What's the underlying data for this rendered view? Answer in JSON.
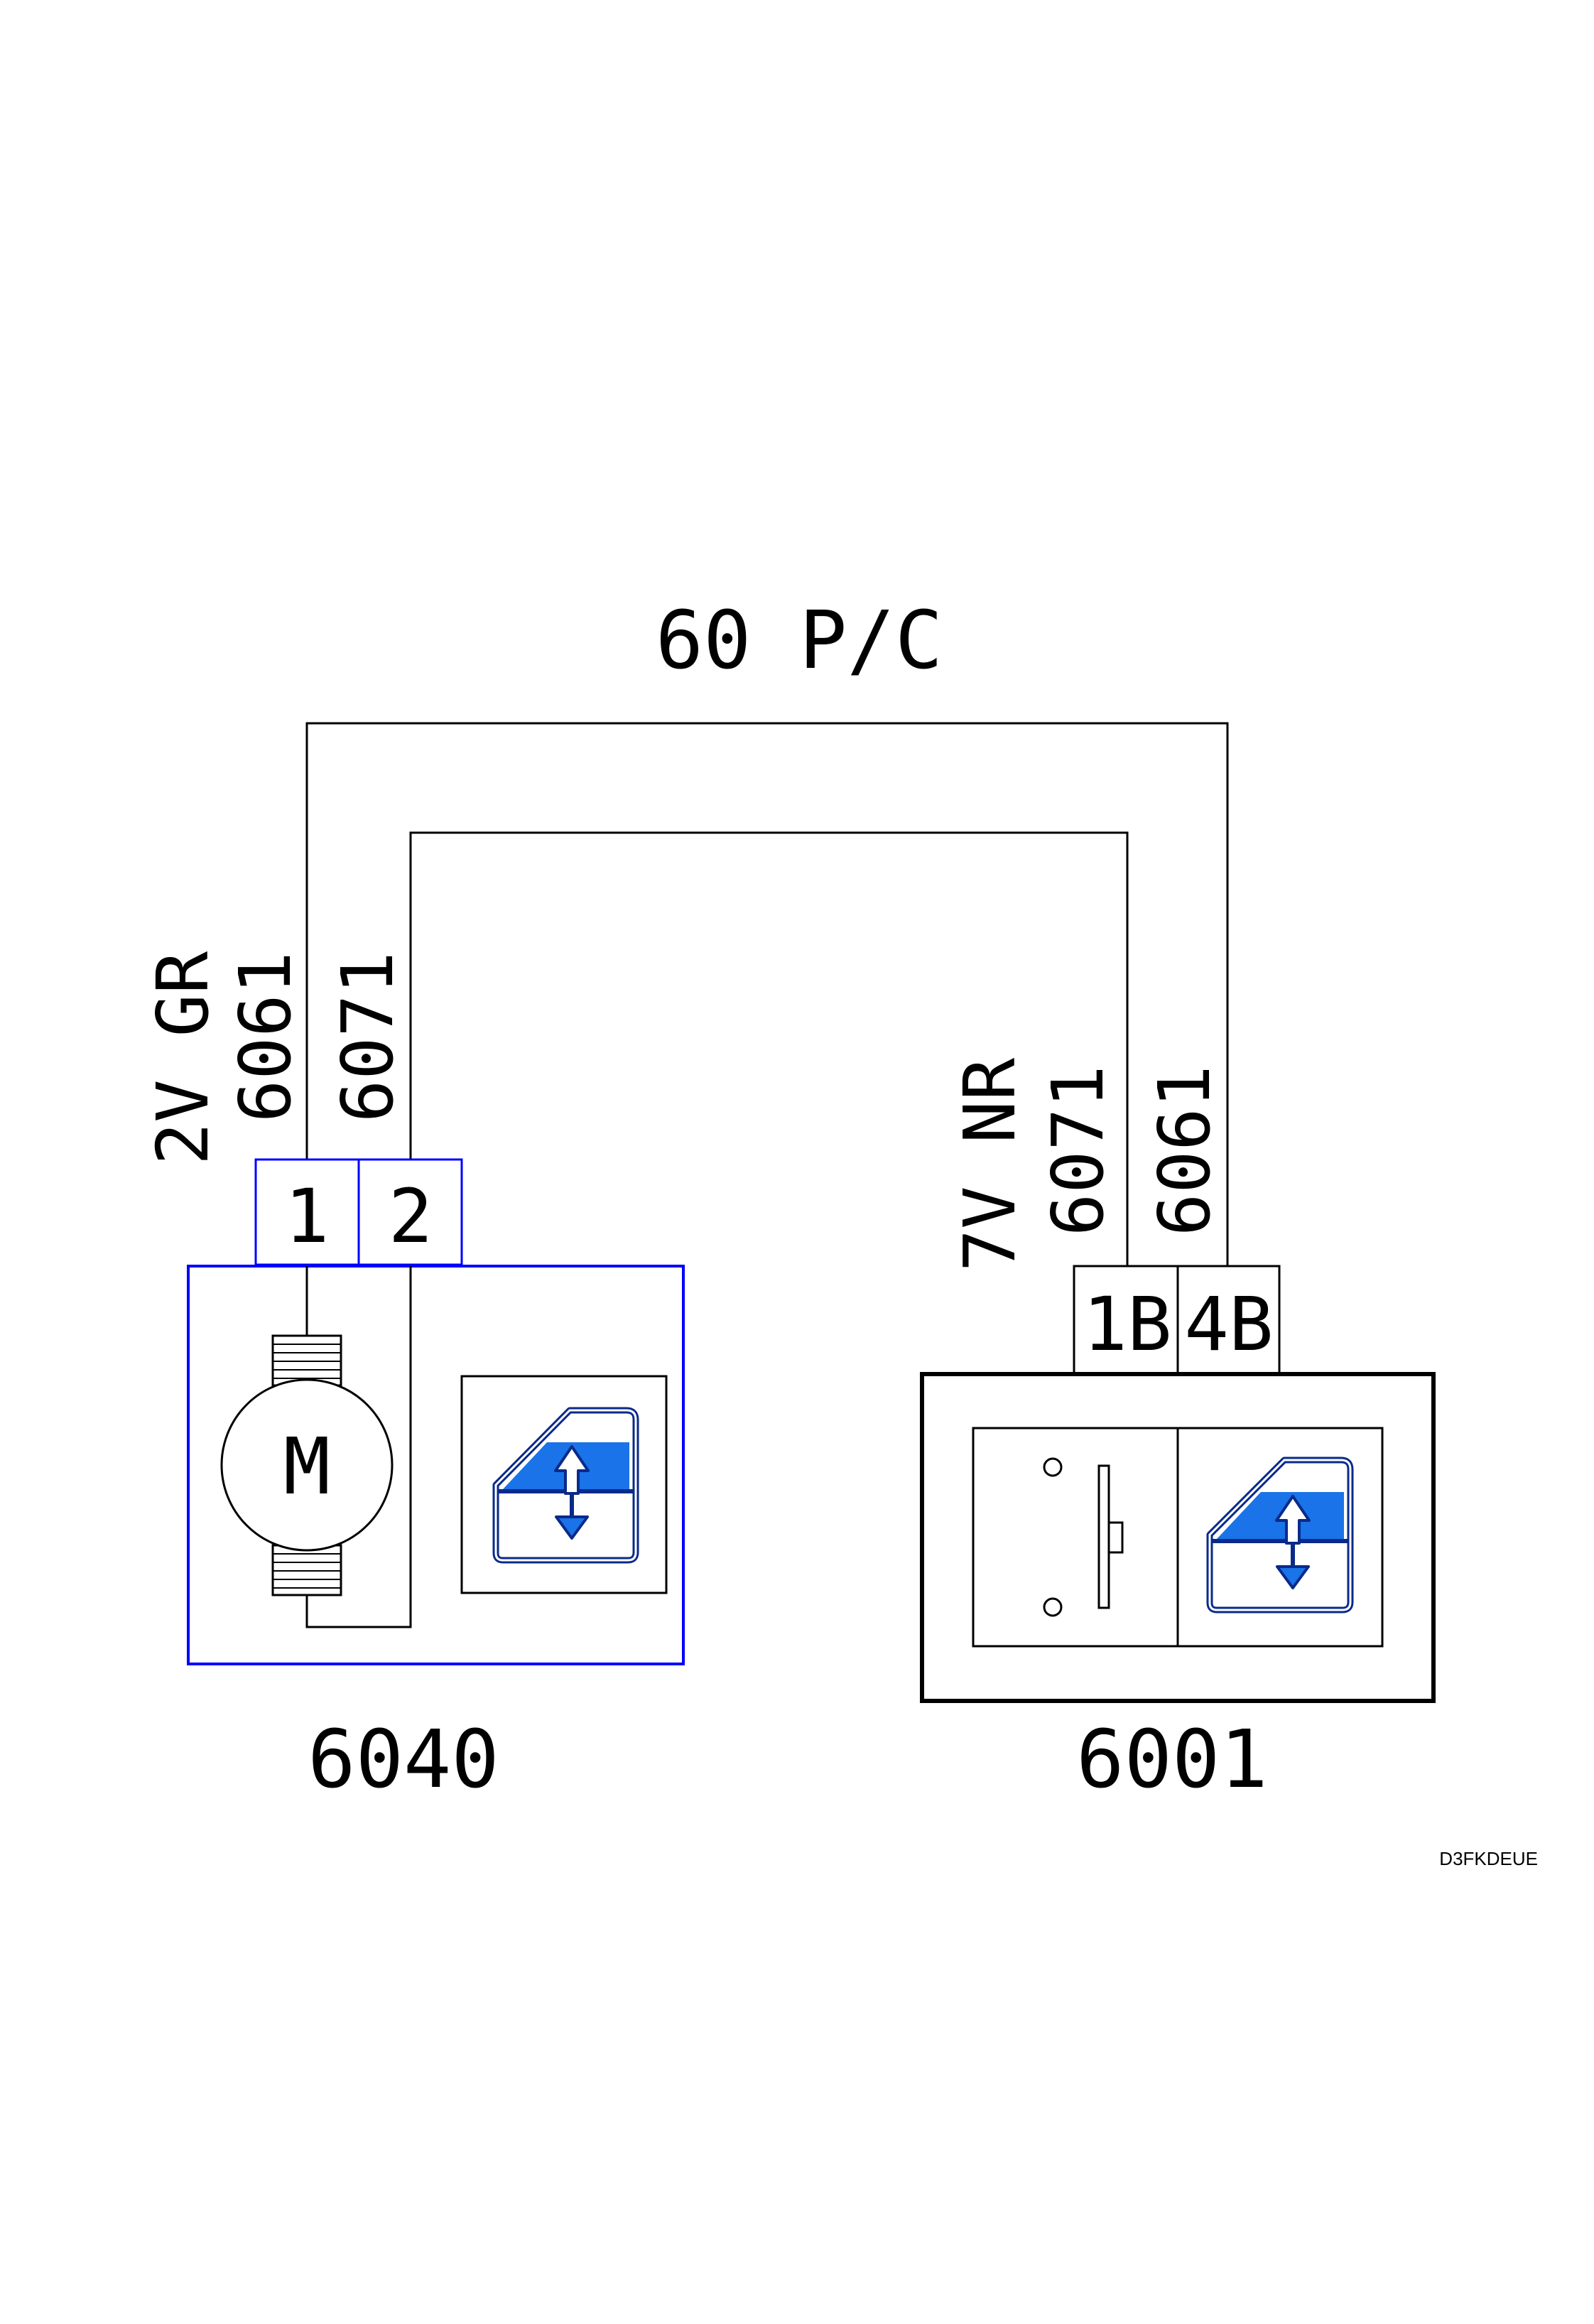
{
  "harness_label": "60 P/C",
  "left_wires": {
    "connector_color": "2V GR",
    "wire_a": "6061",
    "wire_b": "6071"
  },
  "right_wires": {
    "connector_color": "7V NR",
    "wire_a": "6071",
    "wire_b": "6061"
  },
  "component_6040": {
    "id": "6040",
    "pins": [
      "1",
      "2"
    ],
    "motor_symbol": "M",
    "icon": "window-lift-icon"
  },
  "component_6001": {
    "id": "6001",
    "pins": [
      "1B",
      "4B"
    ],
    "icon": "window-lift-icon",
    "switch_icon": "switch-icon"
  },
  "drawing_code": "D3FKDEUE",
  "colors": {
    "wire": "#000000",
    "component_6040_border": "#0000ff",
    "icon_fill": "#1a73e8"
  }
}
